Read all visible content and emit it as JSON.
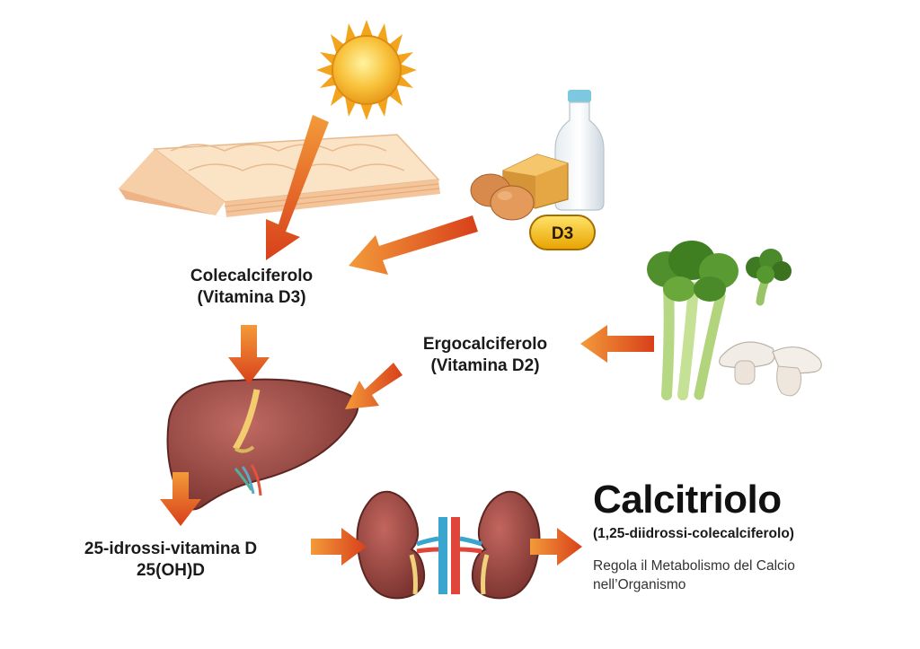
{
  "labels": {
    "d3_line1": "Colecalciferolo",
    "d3_line2": "(Vitamina D3)",
    "d2_line1": "Ergocalciferolo",
    "d2_line2": "(Vitamina D2)",
    "hydroxy_line1": "25-idrossi-vitamina D",
    "hydroxy_line2": "25(OH)D"
  },
  "calcitriol": {
    "title": "Calcitriolo",
    "subtitle": "(1,25-diidrossi-colecalciferolo)",
    "desc_line1": "Regola il Metabolismo del Calcio",
    "desc_line2": "nell’Organismo"
  },
  "capsule_label": "D3",
  "colors": {
    "arrow": "#e0521c",
    "sun": "#f7b52a",
    "liver": "#9b4a45",
    "kidney": "#a04a44"
  },
  "icons": [
    "sun-icon",
    "skin-layers-icon",
    "milk-bottle-icon",
    "eggs-icon",
    "cheese-icon",
    "capsule-icon",
    "celery-icon",
    "broccoli-icon",
    "mushroom-icon",
    "liver-icon",
    "kidneys-icon"
  ]
}
